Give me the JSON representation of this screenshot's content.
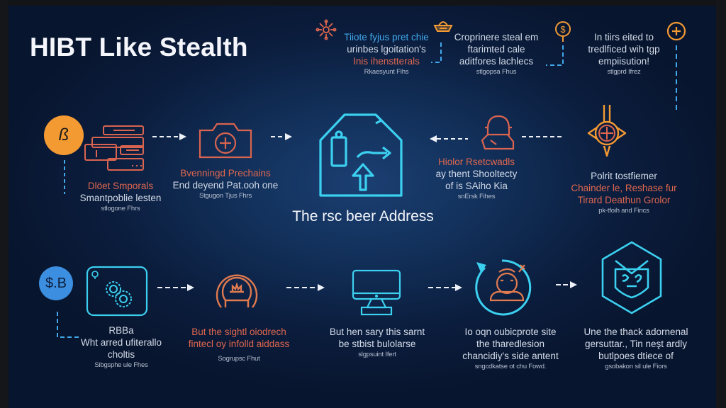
{
  "title": "HIBT Like Stealth",
  "colors": {
    "background": "#0b1d3d",
    "cyan_accent": "#3cd0f0",
    "orange_accent": "#f39a33",
    "red_accent": "#e0674f",
    "blue_badge": "#3c8fe0",
    "text": "#d3dbe8"
  },
  "center": {
    "label": "The rsc beer Address",
    "icon": "wallet-document-icon"
  },
  "top_row": [
    {
      "icon": "network-brain-icon",
      "lines": [
        "Tiiote fyjus pret chie",
        "urinbes lgoitation's"
      ],
      "highlight": "Inis ihenstterals",
      "caption": "Rkaesyunt Fihs"
    },
    {
      "icon": "ufo-basket-icon",
      "lines": [
        "Croprinere steal em",
        "ftarimted cale",
        "aditfores lachlecs"
      ],
      "caption": "stlgopsa Fhus"
    },
    {
      "icon": "dollar-pin-icon",
      "lines": [
        "In tiirs eited to",
        "tredlficed wih tgp",
        "empiisution!"
      ],
      "caption": "stlgprd Ifrez"
    },
    {
      "icon": "plus-circle-icon"
    }
  ],
  "middle_row": [
    {
      "badge": "ß",
      "icon": "server-stack-icon",
      "highlight": "Dlöet Smporals",
      "lines": [
        "Smantpoblie lesten"
      ],
      "caption": "stlogone Fhrs"
    },
    {
      "icon": "camera-plus-icon",
      "highlight": "Bvenningd Prechains",
      "lines": [
        "End deyend Pat.ooh one"
      ],
      "caption": "Stgugon Tjus Fhrs"
    },
    {
      "icon": "person-agent-icon",
      "highlight": "Hiolor Rsetcwadls",
      "lines": [
        "ay thent Shooltecty",
        "of is SAiho Kia"
      ],
      "caption": "snErsk Fihes"
    },
    {
      "icon": "compass-cross-icon",
      "lines": [
        "Polrit tostfiemer"
      ],
      "highlights": [
        "Chainder le, Reshase fur",
        "Tirard Deathun Grolor"
      ],
      "caption": "pk-tfoih and Fincs"
    }
  ],
  "bottom_row": [
    {
      "badge": "$.B",
      "icon": "gears-icon",
      "lines": [
        "RBBa",
        "Wht arred ufiterallo",
        "choltis"
      ],
      "caption": "Sibgsphe ule Fhes"
    },
    {
      "icon": "gateway-arch-icon",
      "highlights": [
        "But the sightl oiodrech",
        "fintecl oy infolld aiddass"
      ],
      "caption": "Sogrupsc Fhut"
    },
    {
      "icon": "monitor-icon",
      "lines": [
        "But hen sary this sarnt",
        "be stbist bulolarse"
      ],
      "caption": "slgpsuint Ifert"
    },
    {
      "icon": "robot-refresh-icon",
      "lines": [
        "Io oqn oubicprote site",
        "the tharedlesion",
        "chancidiy's side antent"
      ],
      "caption": "sngcdkatse ot chu Fowd."
    },
    {
      "icon": "hexagon-shield-icon",
      "lines": [
        "Une the thack adornenal",
        "gersuttar., Tin neşt ardly",
        "butlpoes dtiece of"
      ],
      "caption": "gsobakon sil ule Fiors"
    }
  ]
}
